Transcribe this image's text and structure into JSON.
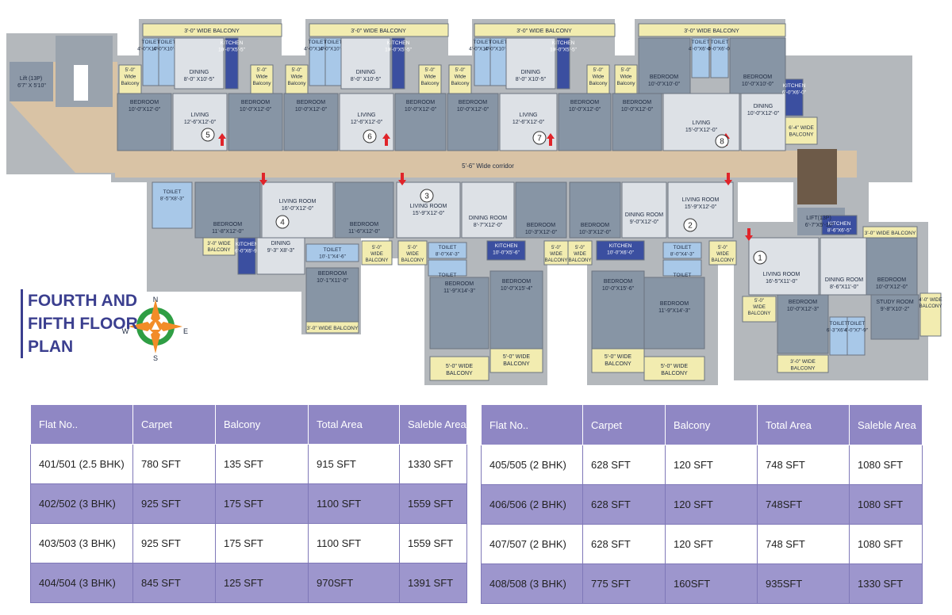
{
  "title": {
    "lines": [
      "FOURTH AND",
      "FIFTH FLOOR",
      "PLAN"
    ]
  },
  "compass": {
    "n": "N",
    "s": "S",
    "e": "E",
    "w": "W"
  },
  "plan": {
    "lift_left": [
      "Lift (13P)",
      "6'7\" X 5'10\""
    ],
    "lift_right": [
      "LIFT(13P)",
      "6'-7\"X5'-10\""
    ],
    "corridor": "5'-6\" Wide corridor",
    "flat_numbers": [
      "1",
      "2",
      "3",
      "4",
      "5",
      "6",
      "7",
      "8"
    ],
    "rooms": [
      [
        "3'-0\" WIDE BALCONY"
      ],
      [
        "3'-0\" WIDE BALCONY"
      ],
      [
        "3'-0\" WIDE BALCONY"
      ],
      [
        "3'-0\" WIDE BALCONY"
      ],
      [
        "5'-0\"",
        "Wide",
        "Balcony"
      ],
      [
        "TOILET",
        "4'-0\"X10'-0\""
      ],
      [
        "TOILET",
        "4'-0\"X10'-0\""
      ],
      [
        "DINING",
        "8'-0\" X10'-5\""
      ],
      [
        "KITCHEN",
        "10'-0\"X5'-5\""
      ],
      [
        "5'-0\"",
        "Wide",
        "Balcony"
      ],
      [
        "5'-0\"",
        "Wide",
        "Balcony"
      ],
      [
        "TOILET",
        "4'-0\"X10'-0\""
      ],
      [
        "TOILET",
        "4'-0\"X10'-0\""
      ],
      [
        "DINING",
        "8'-0\" X10'-5\""
      ],
      [
        "KITCHEN",
        "10'-0\"X5'-5\""
      ],
      [
        "5'-0\"",
        "Wide",
        "Balcony"
      ],
      [
        "5'-0\"",
        "Wide",
        "Balcony"
      ],
      [
        "TOILET",
        "4'-0\"X10'-0\""
      ],
      [
        "TOILET",
        "4'-0\"X10'-0\""
      ],
      [
        "DINING",
        "8'-0\" X10'-5\""
      ],
      [
        "KITCHEN",
        "10'-0\"X5'-5\""
      ],
      [
        "5'-0\"",
        "Wide",
        "Balcony"
      ],
      [
        "5'-0\"",
        "Wide",
        "Balcony"
      ],
      [
        "BEDROOM",
        "10'-0\"X10'-0\""
      ],
      [
        "TOILET",
        "4'-0\"X6'-0\""
      ],
      [
        "TOILET",
        "4'-0\"X6'-0\""
      ],
      [
        "BEDROOM",
        "10'-0\"X10'-0\""
      ],
      [
        "BEDROOM",
        "10'-0\"X12'-0\""
      ],
      [
        "LIVING",
        "12'-6\"X12'-0\""
      ],
      [
        "BEDROOM",
        "10'-0\"X12'-0\""
      ],
      [
        "BEDROOM",
        "10'-0\"X12'-0\""
      ],
      [
        "LIVING",
        "12'-6\"X12'-0\""
      ],
      [
        "BEDROOM",
        "10'-0\"X12'-0\""
      ],
      [
        "BEDROOM",
        "10'-0\"X12'-0\""
      ],
      [
        "LIVING",
        "12'-6\"X12'-0\""
      ],
      [
        "BEDROOM",
        "10'-0\"X12'-0\""
      ],
      [
        "BEDROOM",
        "10'-0\"X12'-0\""
      ],
      [
        "LIVING",
        "15'-0\"X12'-0\""
      ],
      [
        "DINING",
        "10'-0\"X12'-0\""
      ],
      [
        "KITCHEN",
        "6'-0\"X6'-0\""
      ],
      [
        "6'-4\" WIDE",
        "BALCONY"
      ],
      [
        "TOILET",
        "8'-5\"X8'-3\""
      ],
      [
        "BEDROOM",
        "11'-8\"X12'-0\""
      ],
      [
        "LIVING ROOM",
        "16'-0\"X12'-0\""
      ],
      [
        "BEDROOM",
        "11'-6\"X12'-0\""
      ],
      [
        "LIVING ROOM",
        "15'-9\"X12'-0\""
      ],
      [
        "DINING ROOM",
        "8'-7\"X12'-0\""
      ],
      [
        "BEDROOM",
        "10'-3\"X12'-0\""
      ],
      [
        "BEDROOM",
        "10'-3\"X12'-0\""
      ],
      [
        "DINING ROOM",
        "9'-0\"X12'-0\""
      ],
      [
        "LIVING ROOM",
        "15'-9\"X12'-0\""
      ],
      [
        "3'-0\" WIDE",
        "BALCONY"
      ],
      [
        "KITCHEN",
        "6'-0\"X6'-9\""
      ],
      [
        "DINING",
        "9'-3\" X8'-3\""
      ],
      [
        "TOILET",
        "10'-1\"X4'-6\""
      ],
      [
        "5'-0\"",
        "WIDE",
        "BALCONY"
      ],
      [
        "5'-0\"",
        "WIDE",
        "BALCONY"
      ],
      [
        "TOILET",
        "8'-0\"X4'-3\""
      ],
      [
        "TOILET",
        "8'-0\"X4'-3\""
      ],
      [
        "KITCHEN",
        "10'-0\"X5'-6\""
      ],
      [
        "5'-0\"",
        "WIDE",
        "BALCONY"
      ],
      [
        "5'-0\"",
        "WIDE",
        "BALCONY"
      ],
      [
        "KITCHEN",
        "10'-0\"X6'-0\""
      ],
      [
        "TOILET",
        "8'-0\"X4'-3\""
      ],
      [
        "TOILET",
        "8'-0\"X4'-3\""
      ],
      [
        "5'-0\"",
        "WIDE",
        "BALCONY"
      ],
      [
        "KITCHEN",
        "8'-6\"X6'-5\""
      ],
      [
        "3'-0\" WIDE BALCONY"
      ],
      [
        "BEDROOM",
        "10'-1\"X11'-0\""
      ],
      [
        "3'-0\" WIDE BALCONY"
      ],
      [
        "BEDROOM",
        "11'-9\"X14'-3\""
      ],
      [
        "BEDROOM",
        "10'-0\"X15'-4\""
      ],
      [
        "BEDROOM",
        "10'-0\"X15'-6\""
      ],
      [
        "BEDROOM",
        "11'-9\"X14'-3\""
      ],
      [
        "5'-0\" WIDE",
        "BALCONY"
      ],
      [
        "5'-0\" WIDE",
        "BALCONY"
      ],
      [
        "5'-0\" WIDE",
        "BALCONY"
      ],
      [
        "5'-0\" WIDE",
        "BALCONY"
      ],
      [
        "LIVING ROOM",
        "16'-5\"X11'-0\""
      ],
      [
        "DINING ROOM",
        "8'-6\"X11'-0\""
      ],
      [
        "BEDROOM",
        "10'-0\"X12'-0\""
      ],
      [
        "5'-0\"",
        "WIDE",
        "BALCONY"
      ],
      [
        "BEDROOM",
        "10'-0\"X12'-3\""
      ],
      [
        "STUDY ROOM",
        "9'-8\"X10'-2\""
      ],
      [
        "4'-0\" WIDE",
        "BALCONY"
      ],
      [
        "TOILET",
        "6'-3\"X6'-0\""
      ],
      [
        "TOILET",
        "4'-0\"X7'-9\""
      ],
      [
        "3'-0\" WIDE",
        "BALCONY"
      ]
    ]
  },
  "tables": {
    "left": {
      "headers": [
        "Flat No..",
        "Carpet",
        "Balcony",
        "Total Area",
        "Saleble Area"
      ],
      "rows": [
        [
          "401/501 (2.5 BHK)",
          "780 SFT",
          "135 SFT",
          "915 SFT",
          "1330 SFT"
        ],
        [
          "402/502 (3 BHK)",
          "925 SFT",
          "175 SFT",
          "1100 SFT",
          "1559 SFT"
        ],
        [
          "403/503 (3 BHK)",
          "925 SFT",
          "175 SFT",
          "1100 SFT",
          "1559 SFT"
        ],
        [
          "404/504 (3 BHK)",
          "845 SFT",
          "125 SFT",
          "970SFT",
          "1391 SFT"
        ]
      ]
    },
    "right": {
      "headers": [
        "Flat No..",
        "Carpet",
        "Balcony",
        "Total Area",
        "Saleble Area"
      ],
      "rows": [
        [
          "405/505 (2 BHK)",
          "628 SFT",
          "120 SFT",
          "748 SFT",
          "1080 SFT"
        ],
        [
          "406/506 (2 BHK)",
          "628 SFT",
          "120 SFT",
          "748SFT",
          "1080 SFT"
        ],
        [
          "407/507 (2 BHK)",
          "628 SFT",
          "120 SFT",
          "748 SFT",
          "1080 SFT"
        ],
        [
          "408/508 (3 BHK)",
          "775 SFT",
          "160SFT",
          "935SFT",
          "1330 SFT"
        ]
      ]
    }
  },
  "colors": {
    "room": "#8795a5",
    "balcony": "#f2ecb0",
    "toilet": "#a8c8e8",
    "kitchen": "#3b4fa0",
    "corridor": "#d9c3a5",
    "wall": "#b4b8bc",
    "table_header": "#8f87c4",
    "table_alt": "#9d96cd",
    "title": "#3b3f8f",
    "arrow": "#e0242a"
  }
}
